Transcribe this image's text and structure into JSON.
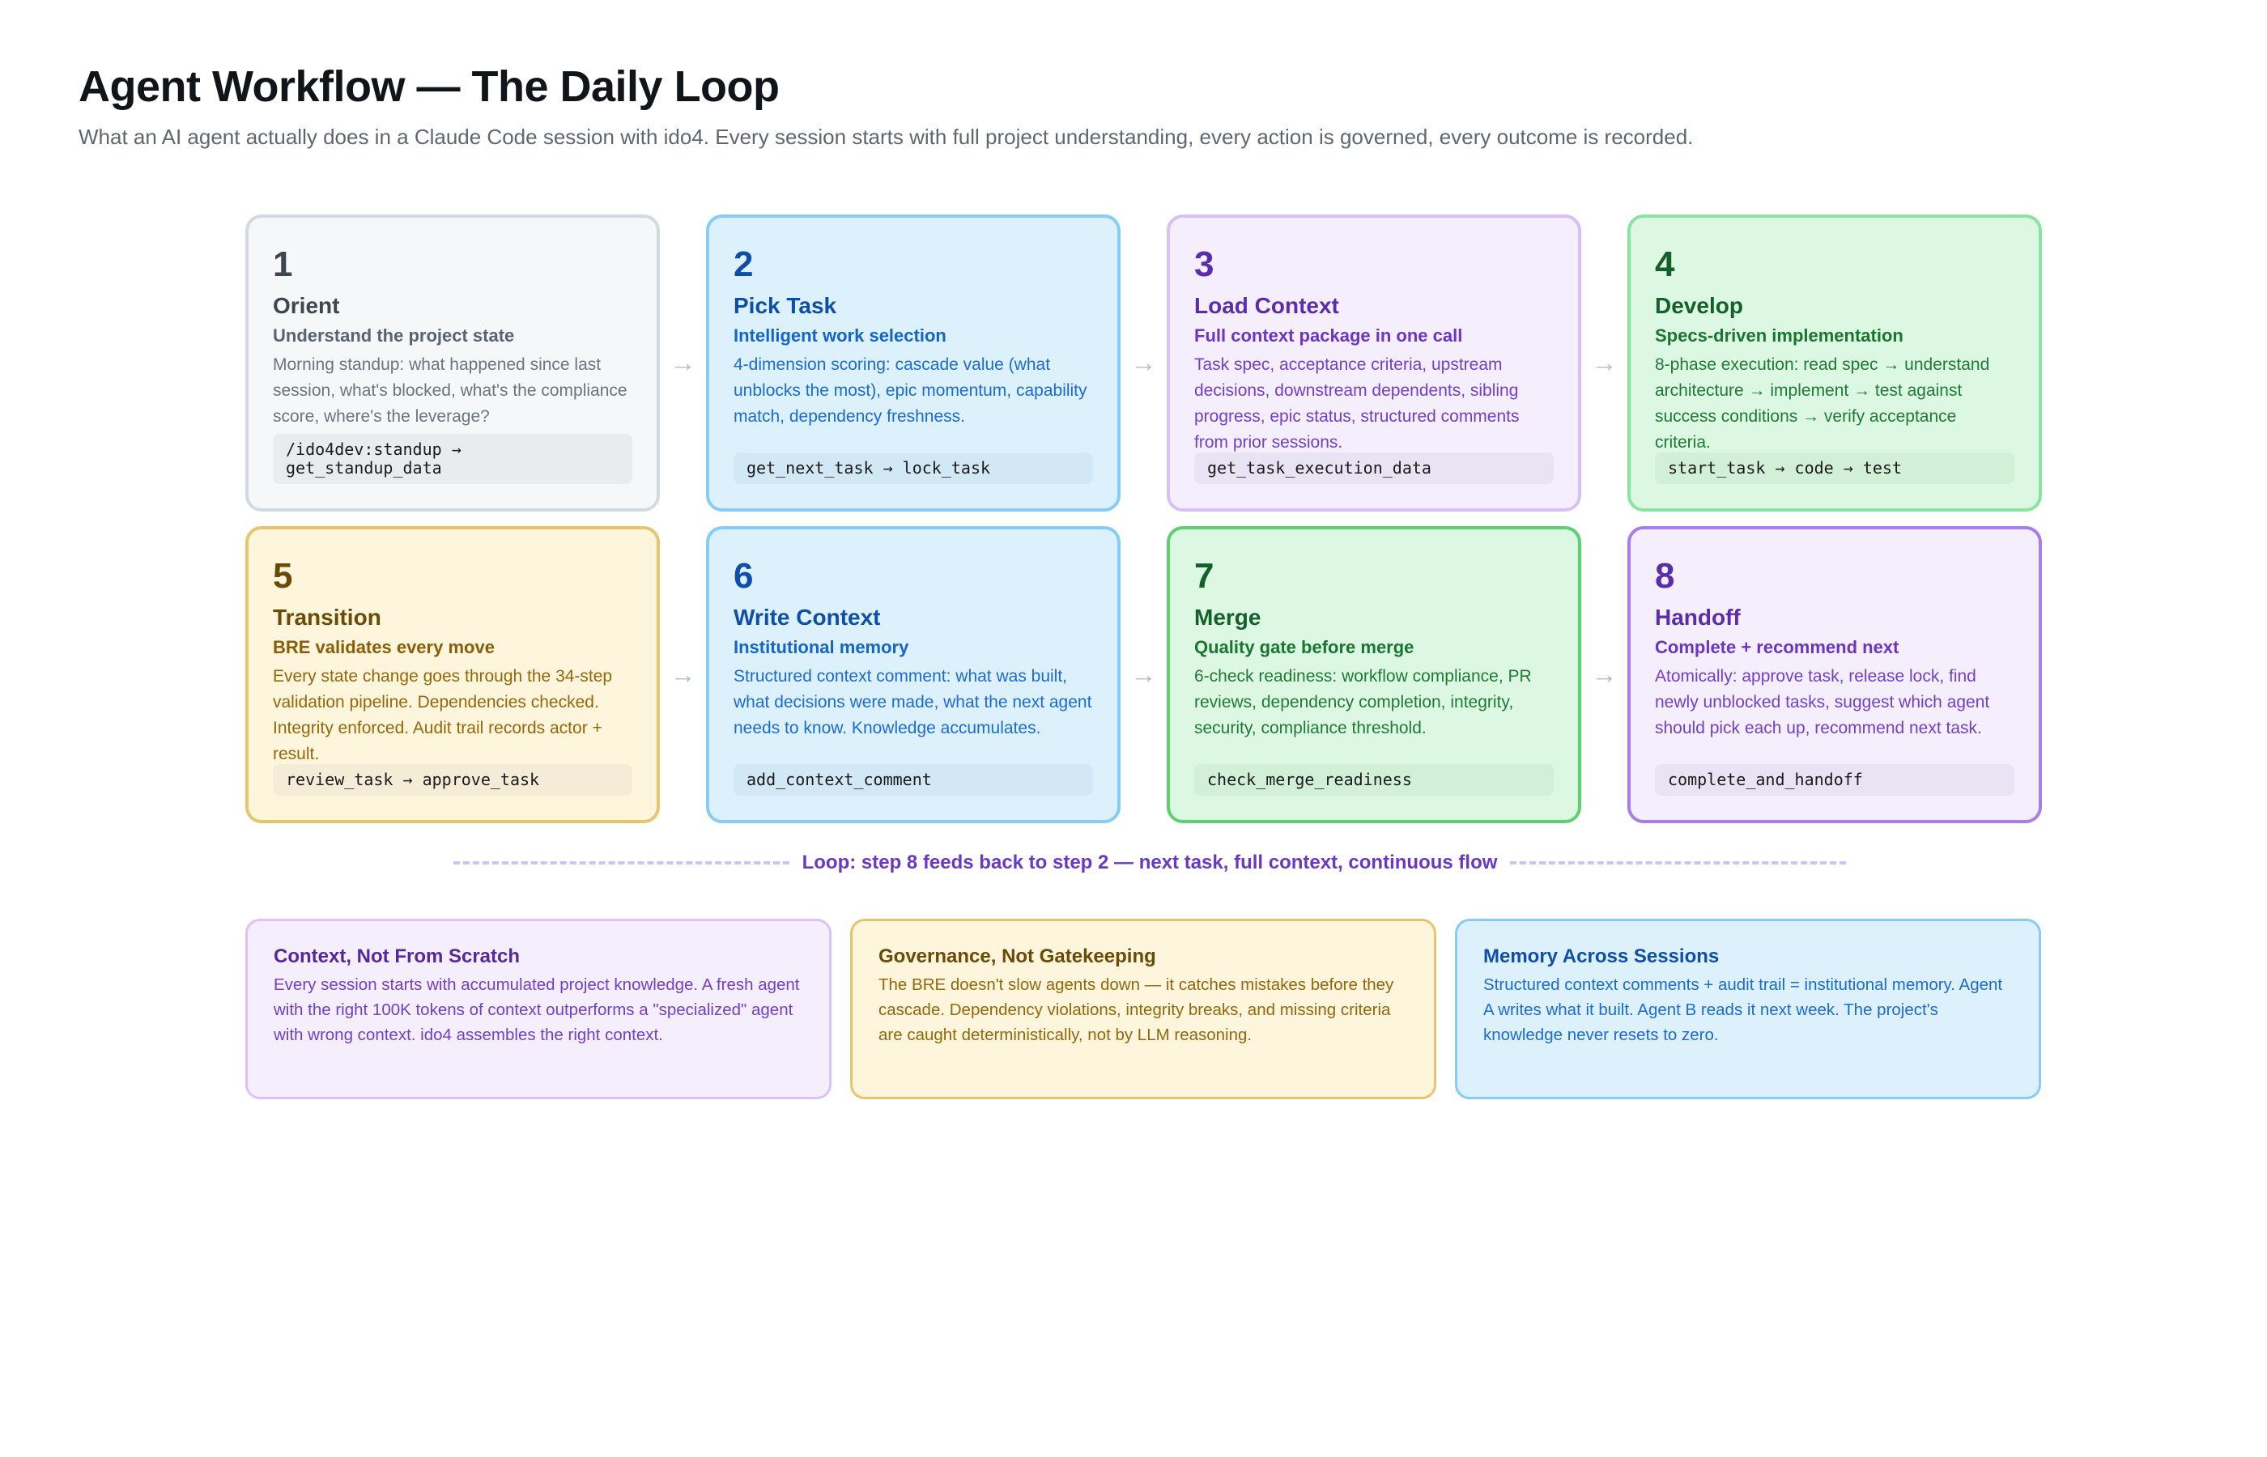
{
  "header": {
    "title": "Agent Workflow — The Daily Loop",
    "subtitle": "What an AI agent actually does in a Claude Code session with ido4. Every session starts with full project understanding, every action is governed, every outcome is recorded."
  },
  "steps": [
    {
      "number": "1",
      "name": "Orient",
      "tagline": "Understand the project state",
      "description": "Morning standup: what happened since last session, what's blocked, what's the compliance score, where's the leverage?",
      "code": "/ido4dev:standup → get_standup_data",
      "theme": "gray"
    },
    {
      "number": "2",
      "name": "Pick Task",
      "tagline": "Intelligent work selection",
      "description": "4-dimension scoring: cascade value (what unblocks the most), epic momentum, capability match, dependency freshness.",
      "code": "get_next_task → lock_task",
      "theme": "blue"
    },
    {
      "number": "3",
      "name": "Load Context",
      "tagline": "Full context package in one call",
      "description": "Task spec, acceptance criteria, upstream decisions, downstream dependents, sibling progress, epic status, structured comments from prior sessions.",
      "code": "get_task_execution_data",
      "theme": "purple"
    },
    {
      "number": "4",
      "name": "Develop",
      "tagline": "Specs-driven implementation",
      "description": "8-phase execution: read spec → understand architecture → implement → test against success conditions → verify acceptance criteria.",
      "code": "start_task → code → test",
      "theme": "green"
    },
    {
      "number": "5",
      "name": "Transition",
      "tagline": "BRE validates every move",
      "description": "Every state change goes through the 34-step validation pipeline. Dependencies checked. Integrity enforced. Audit trail records actor + result.",
      "code": "review_task → approve_task",
      "theme": "yellow"
    },
    {
      "number": "6",
      "name": "Write Context",
      "tagline": "Institutional memory",
      "description": "Structured context comment: what was built, what decisions were made, what the next agent needs to know. Knowledge accumulates.",
      "code": "add_context_comment",
      "theme": "blue"
    },
    {
      "number": "7",
      "name": "Merge",
      "tagline": "Quality gate before merge",
      "description": "6-check readiness: workflow compliance, PR reviews, dependency completion, integrity, security, compliance threshold.",
      "code": "check_merge_readiness",
      "theme": "green-strong"
    },
    {
      "number": "8",
      "name": "Handoff",
      "tagline": "Complete + recommend next",
      "description": "Atomically: approve task, release lock, find newly unblocked tasks, suggest which agent should pick each up, recommend next task.",
      "code": "complete_and_handoff",
      "theme": "purple-strong"
    }
  ],
  "arrow_glyph": "→",
  "loop": {
    "text": "Loop: step 8 feeds back to step 2 — next task, full context, continuous flow"
  },
  "principles": [
    {
      "title": "Context, Not From Scratch",
      "description": "Every session starts with accumulated project knowledge. A fresh agent with the right 100K tokens of context outperforms a \"specialized\" agent with wrong context. ido4 assembles the right context."
    },
    {
      "title": "Governance, Not Gatekeeping",
      "description": "The BRE doesn't slow agents down — it catches mistakes before they cascade. Dependency violations, integrity breaks, and missing criteria are caught deterministically, not by LLM reasoning."
    },
    {
      "title": "Memory Across Sessions",
      "description": "Structured context comments + audit trail = institutional memory. Agent A writes what it built. Agent B reads it next week. The project's knowledge never resets to zero."
    }
  ],
  "colors": {
    "gray_border": "#d2d9e0",
    "blue_border": "#86ccf6",
    "purple_border": "#d9bff7",
    "green_border": "#8ae39e",
    "yellow_border": "#e6c66c",
    "green_strong_border": "#5dd170",
    "purple_strong_border": "#a77ceb",
    "loop_text": "#6a38c4"
  }
}
